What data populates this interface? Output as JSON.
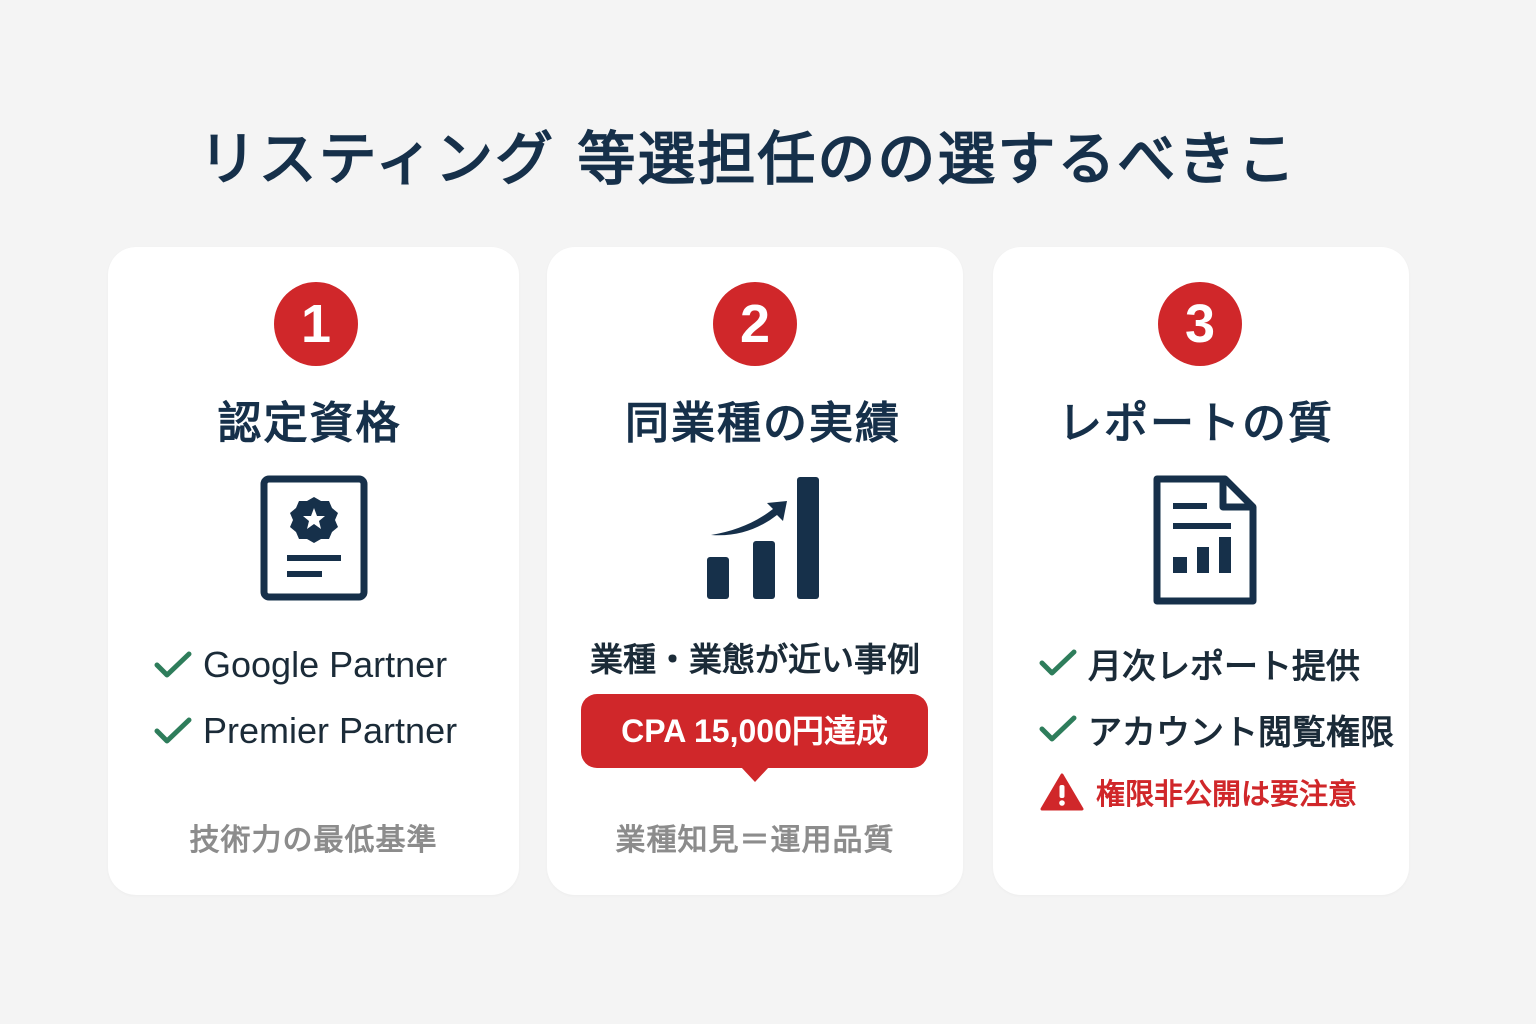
{
  "title": "リスティング 等選担任のの選するべきこ",
  "colors": {
    "background": "#f4f4f4",
    "card": "#ffffff",
    "accent_red": "#d0272a",
    "navy": "#16304a",
    "check_green": "#2e7d5b",
    "muted_gray": "#8c8c8c"
  },
  "cards": [
    {
      "number": "1",
      "title": "認定資格",
      "icon": "certificate-icon",
      "checks": [
        "Google Partner",
        "Premier Partner"
      ],
      "footer": "技術力の最低基準"
    },
    {
      "number": "2",
      "title": "同業種の実績",
      "icon": "growth-chart-icon",
      "subtitle": "業種・業態が近い事例",
      "callout": "CPA 15,000円達成",
      "footer": "業種知見＝運用品質"
    },
    {
      "number": "3",
      "title": "レポートの質",
      "icon": "report-document-icon",
      "checks": [
        "月次レポート提供",
        "アカウント閲覧権限"
      ],
      "warning": "権限非公開は要注意"
    }
  ]
}
